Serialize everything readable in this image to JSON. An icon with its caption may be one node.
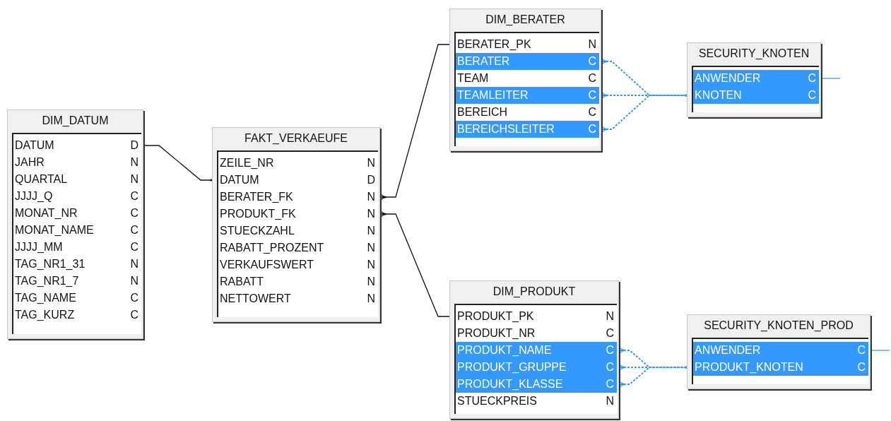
{
  "diagram": {
    "nodes": [
      {
        "text": [
          "DIM_DATUM"
        ]
      },
      {
        "text": [
          "DATUM",
          "D"
        ],
        "in": 0
      },
      {
        "text": [
          "JAHR",
          "N"
        ],
        "in": 0
      },
      {
        "text": [
          "QUARTAL",
          "N"
        ],
        "in": 0
      },
      {
        "text": [
          "JJJJ_Q",
          "C"
        ],
        "in": 0
      },
      {
        "text": [
          "MONAT_NR",
          "C"
        ],
        "in": 0
      },
      {
        "text": [
          "MONAT_NAME",
          "C"
        ],
        "in": 0
      },
      {
        "text": [
          "JJJJ_MM",
          "C"
        ],
        "in": 0
      },
      {
        "text": [
          "TAG_NR1_31",
          "N"
        ],
        "in": 0
      },
      {
        "text": [
          "TAG_NR1_7",
          "N"
        ],
        "in": 0
      },
      {
        "text": [
          "TAG_NAME",
          "C"
        ],
        "in": 0
      },
      {
        "text": [
          "TAG_KURZ",
          "C"
        ],
        "in": 0
      },
      {
        "text": [
          "FAKT_VERKAEUFE"
        ]
      },
      {
        "text": [
          "ZEILE_NR",
          "N"
        ],
        "in": 12
      },
      {
        "text": [
          "DATUM",
          "D"
        ],
        "in": 12
      },
      {
        "text": [
          "BERATER_FK",
          "N"
        ],
        "in": 12
      },
      {
        "text": [
          "PRODUKT_FK",
          "N"
        ],
        "in": 12
      },
      {
        "text": [
          "STUECKZAHL",
          "N"
        ],
        "in": 12
      },
      {
        "text": [
          "RABATT_PROZENT",
          "N"
        ],
        "in": 12
      },
      {
        "text": [
          "VERKAUFSWERT",
          "N"
        ],
        "in": 12
      },
      {
        "text": [
          "RABATT",
          "N"
        ],
        "in": 12
      },
      {
        "text": [
          "NETTOWERT",
          "N"
        ],
        "in": 12
      },
      {
        "text": [
          "DIM_BERATER"
        ]
      },
      {
        "text": [
          "BERATER_PK",
          "N"
        ],
        "in": 22
      },
      {
        "text": [
          "BERATER",
          "C"
        ],
        "in": 22
      },
      {
        "text": [
          "TEAM",
          "C"
        ],
        "in": 22
      },
      {
        "text": [
          "TEAMLEITER",
          "C"
        ],
        "in": 22
      },
      {
        "text": [
          "BEREICH",
          "C"
        ],
        "in": 22
      },
      {
        "text": [
          "BEREICHSLEITER",
          "C"
        ],
        "in": 22
      },
      {
        "text": [
          "SECURITY_KNOTEN"
        ]
      },
      {
        "text": [
          "ANWENDER",
          "C"
        ],
        "in": 29
      },
      {
        "text": [
          "KNOTEN",
          "C"
        ],
        "in": 29
      },
      {
        "text": [
          "DIM_PRODUKT"
        ]
      },
      {
        "text": [
          "PRODUKT_PK",
          "N"
        ],
        "in": 32
      },
      {
        "text": [
          "PRODUKT_NR",
          "C"
        ],
        "in": 32
      },
      {
        "text": [
          "PRODUKT_NAME",
          "C"
        ],
        "in": 32
      },
      {
        "text": [
          "PRODUKT_GRUPPE",
          "C"
        ],
        "in": 32
      },
      {
        "text": [
          "PRODUKT_KLASSE",
          "C"
        ],
        "in": 32
      },
      {
        "text": [
          "STUECKPREIS",
          "N"
        ],
        "in": 32
      },
      {
        "text": [
          "SECURITY_KNOTEN_PROD"
        ]
      },
      {
        "text": [
          "ANWENDER",
          "C"
        ],
        "in": 39
      },
      {
        "text": [
          "PRODUKT_KNOTEN",
          "C"
        ],
        "in": 39
      }
    ],
    "edges": [
      {
        "from": 1,
        "to": 14,
        "arrow": "other",
        "color": "#111111"
      },
      {
        "from": 23,
        "to": 15,
        "arrow": "other",
        "color": "#111111"
      },
      {
        "from": 33,
        "to": 16,
        "arrow": "other",
        "color": "#111111"
      },
      {
        "from": 24,
        "to": 31,
        "arrow": "other",
        "style": "dashed"
      },
      {
        "from": 26,
        "to": 31,
        "arrow": "other",
        "style": "dashed"
      },
      {
        "from": 28,
        "to": 31,
        "arrow": "other",
        "style": "dashed"
      },
      {
        "from": 35,
        "to": 41,
        "arrow": "other",
        "style": "dashed"
      },
      {
        "from": 36,
        "to": 41,
        "arrow": "other",
        "style": "dashed"
      },
      {
        "from": 37,
        "to": 41,
        "arrow": "other",
        "style": "dashed"
      },
      {
        "from": 30,
        "to": null,
        "arrow": "none"
      },
      {
        "from": 40,
        "to": null,
        "arrow": "none"
      }
    ]
  }
}
